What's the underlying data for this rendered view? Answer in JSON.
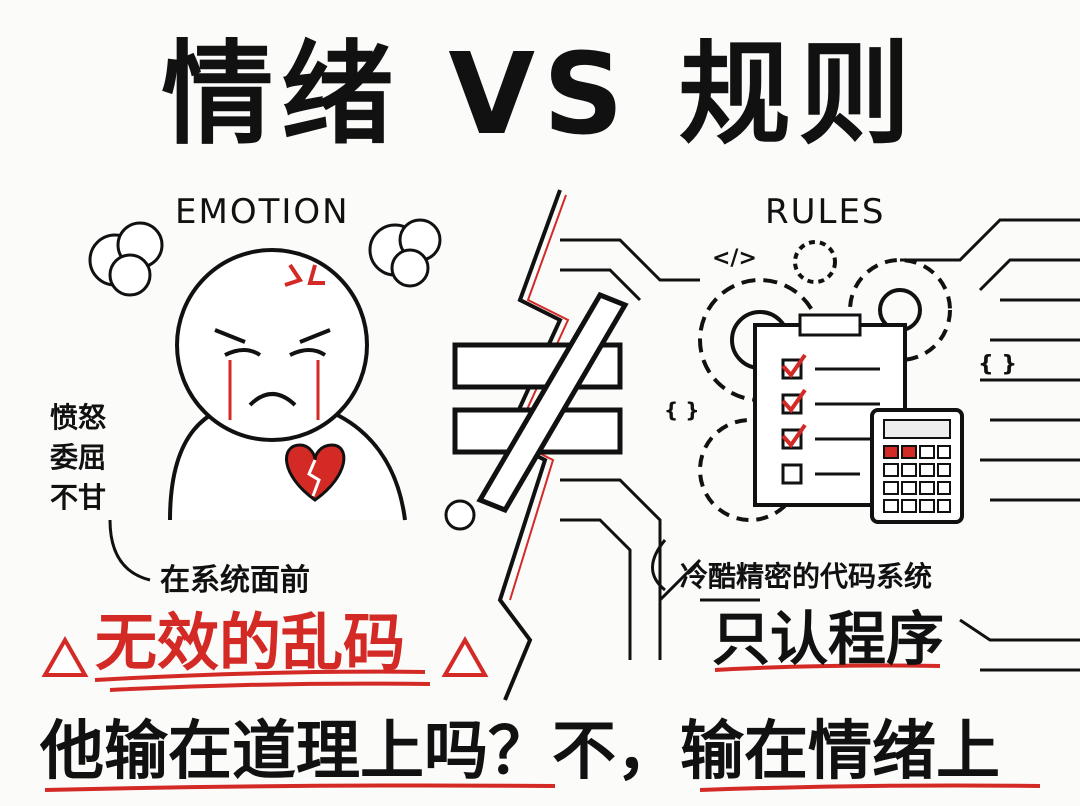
{
  "title": "情绪 VS 规则",
  "left": {
    "label": "EMOTION",
    "feelings": [
      "愤怒",
      "委屈",
      "不甘"
    ],
    "caption": "在系统面前",
    "highlight": "无效的乱码"
  },
  "right": {
    "label": "RULES",
    "caption": "冷酷精密的代码系统",
    "highlight": "只认程序",
    "code_symbols": [
      "</>",
      "{ }",
      "{ }"
    ]
  },
  "bottom_line": "他输在道理上吗？不，输在情绪上",
  "colors": {
    "accent_red": "#d42a26",
    "ink": "#111111",
    "background": "#fbfbfa"
  },
  "icons": [
    "angry-face-icon",
    "broken-heart-icon",
    "steam-cloud-icon",
    "not-equal-icon",
    "gear-icon",
    "clipboard-checklist-icon",
    "calculator-icon",
    "warning-icon",
    "circuit-lines-icon"
  ]
}
